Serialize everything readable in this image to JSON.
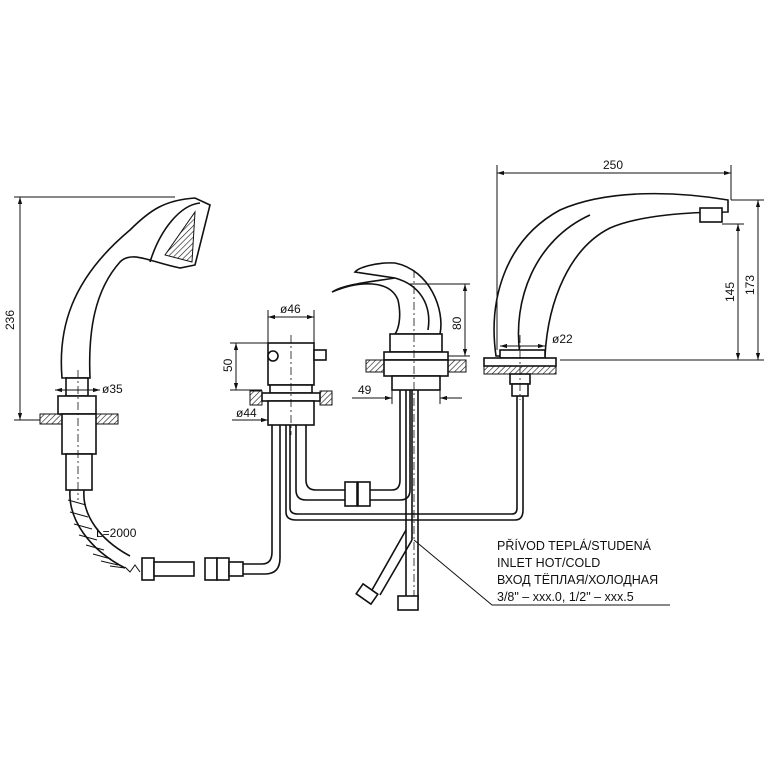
{
  "dimensions": {
    "spout_length": "250",
    "shower_height": "236",
    "spout_total_height": "173",
    "spout_outlet_height": "145",
    "mixer_height": "80",
    "diverter_height": "50",
    "diverter_diameter": "ø46",
    "diverter_base_diameter": "ø44",
    "shower_base_diameter": "ø35",
    "spout_base_diameter": "ø22",
    "mixer_base_width": "49",
    "hose_length": "L=2000"
  },
  "note": {
    "line1": "PŘÍVOD TEPLÁ/STUDENÁ",
    "line2": "INLET HOT/COLD",
    "line3": "ВХОД ТЁПЛАЯ/ХОЛОДНАЯ",
    "line4": "3/8\" – xxx.0, 1/2\" – xxx.5"
  }
}
